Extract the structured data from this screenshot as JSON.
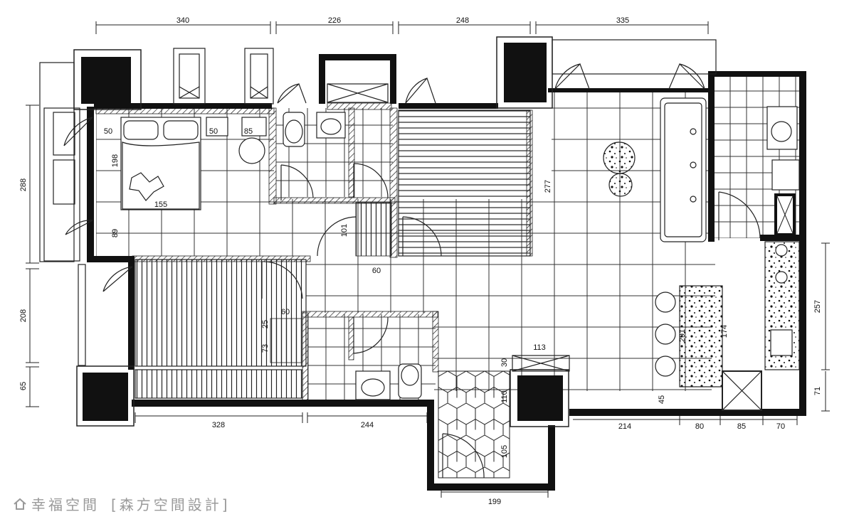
{
  "dimensions": {
    "top": [
      "340",
      "226",
      "248",
      "335"
    ],
    "left": [
      "288",
      "208",
      "65"
    ],
    "bottom": [
      "328",
      "244",
      "214",
      "80",
      "85",
      "70",
      "199"
    ],
    "right": [
      "257",
      "71"
    ],
    "interior": {
      "bed_left": "50",
      "bed_mid": "50",
      "bed_right": "85",
      "bed_depth": "198",
      "bed_width": "155",
      "closet_depth": "89",
      "hall": "101",
      "hall_width": "60",
      "study": "277",
      "wardrobe": "60",
      "wardrobe_depth": "25",
      "wardrobe_side": "73",
      "pillar_top": "113",
      "pillar_side": "30",
      "pillar_depth": "110",
      "lower_bath": "105",
      "island": "291",
      "island_right": "174",
      "counter": "45"
    }
  },
  "watermark": {
    "brand": "幸福空間",
    "designer": "[森方空間設計]"
  },
  "colors": {
    "wall": "#111111",
    "line": "#222222",
    "watermark": "#9a9a9a"
  }
}
